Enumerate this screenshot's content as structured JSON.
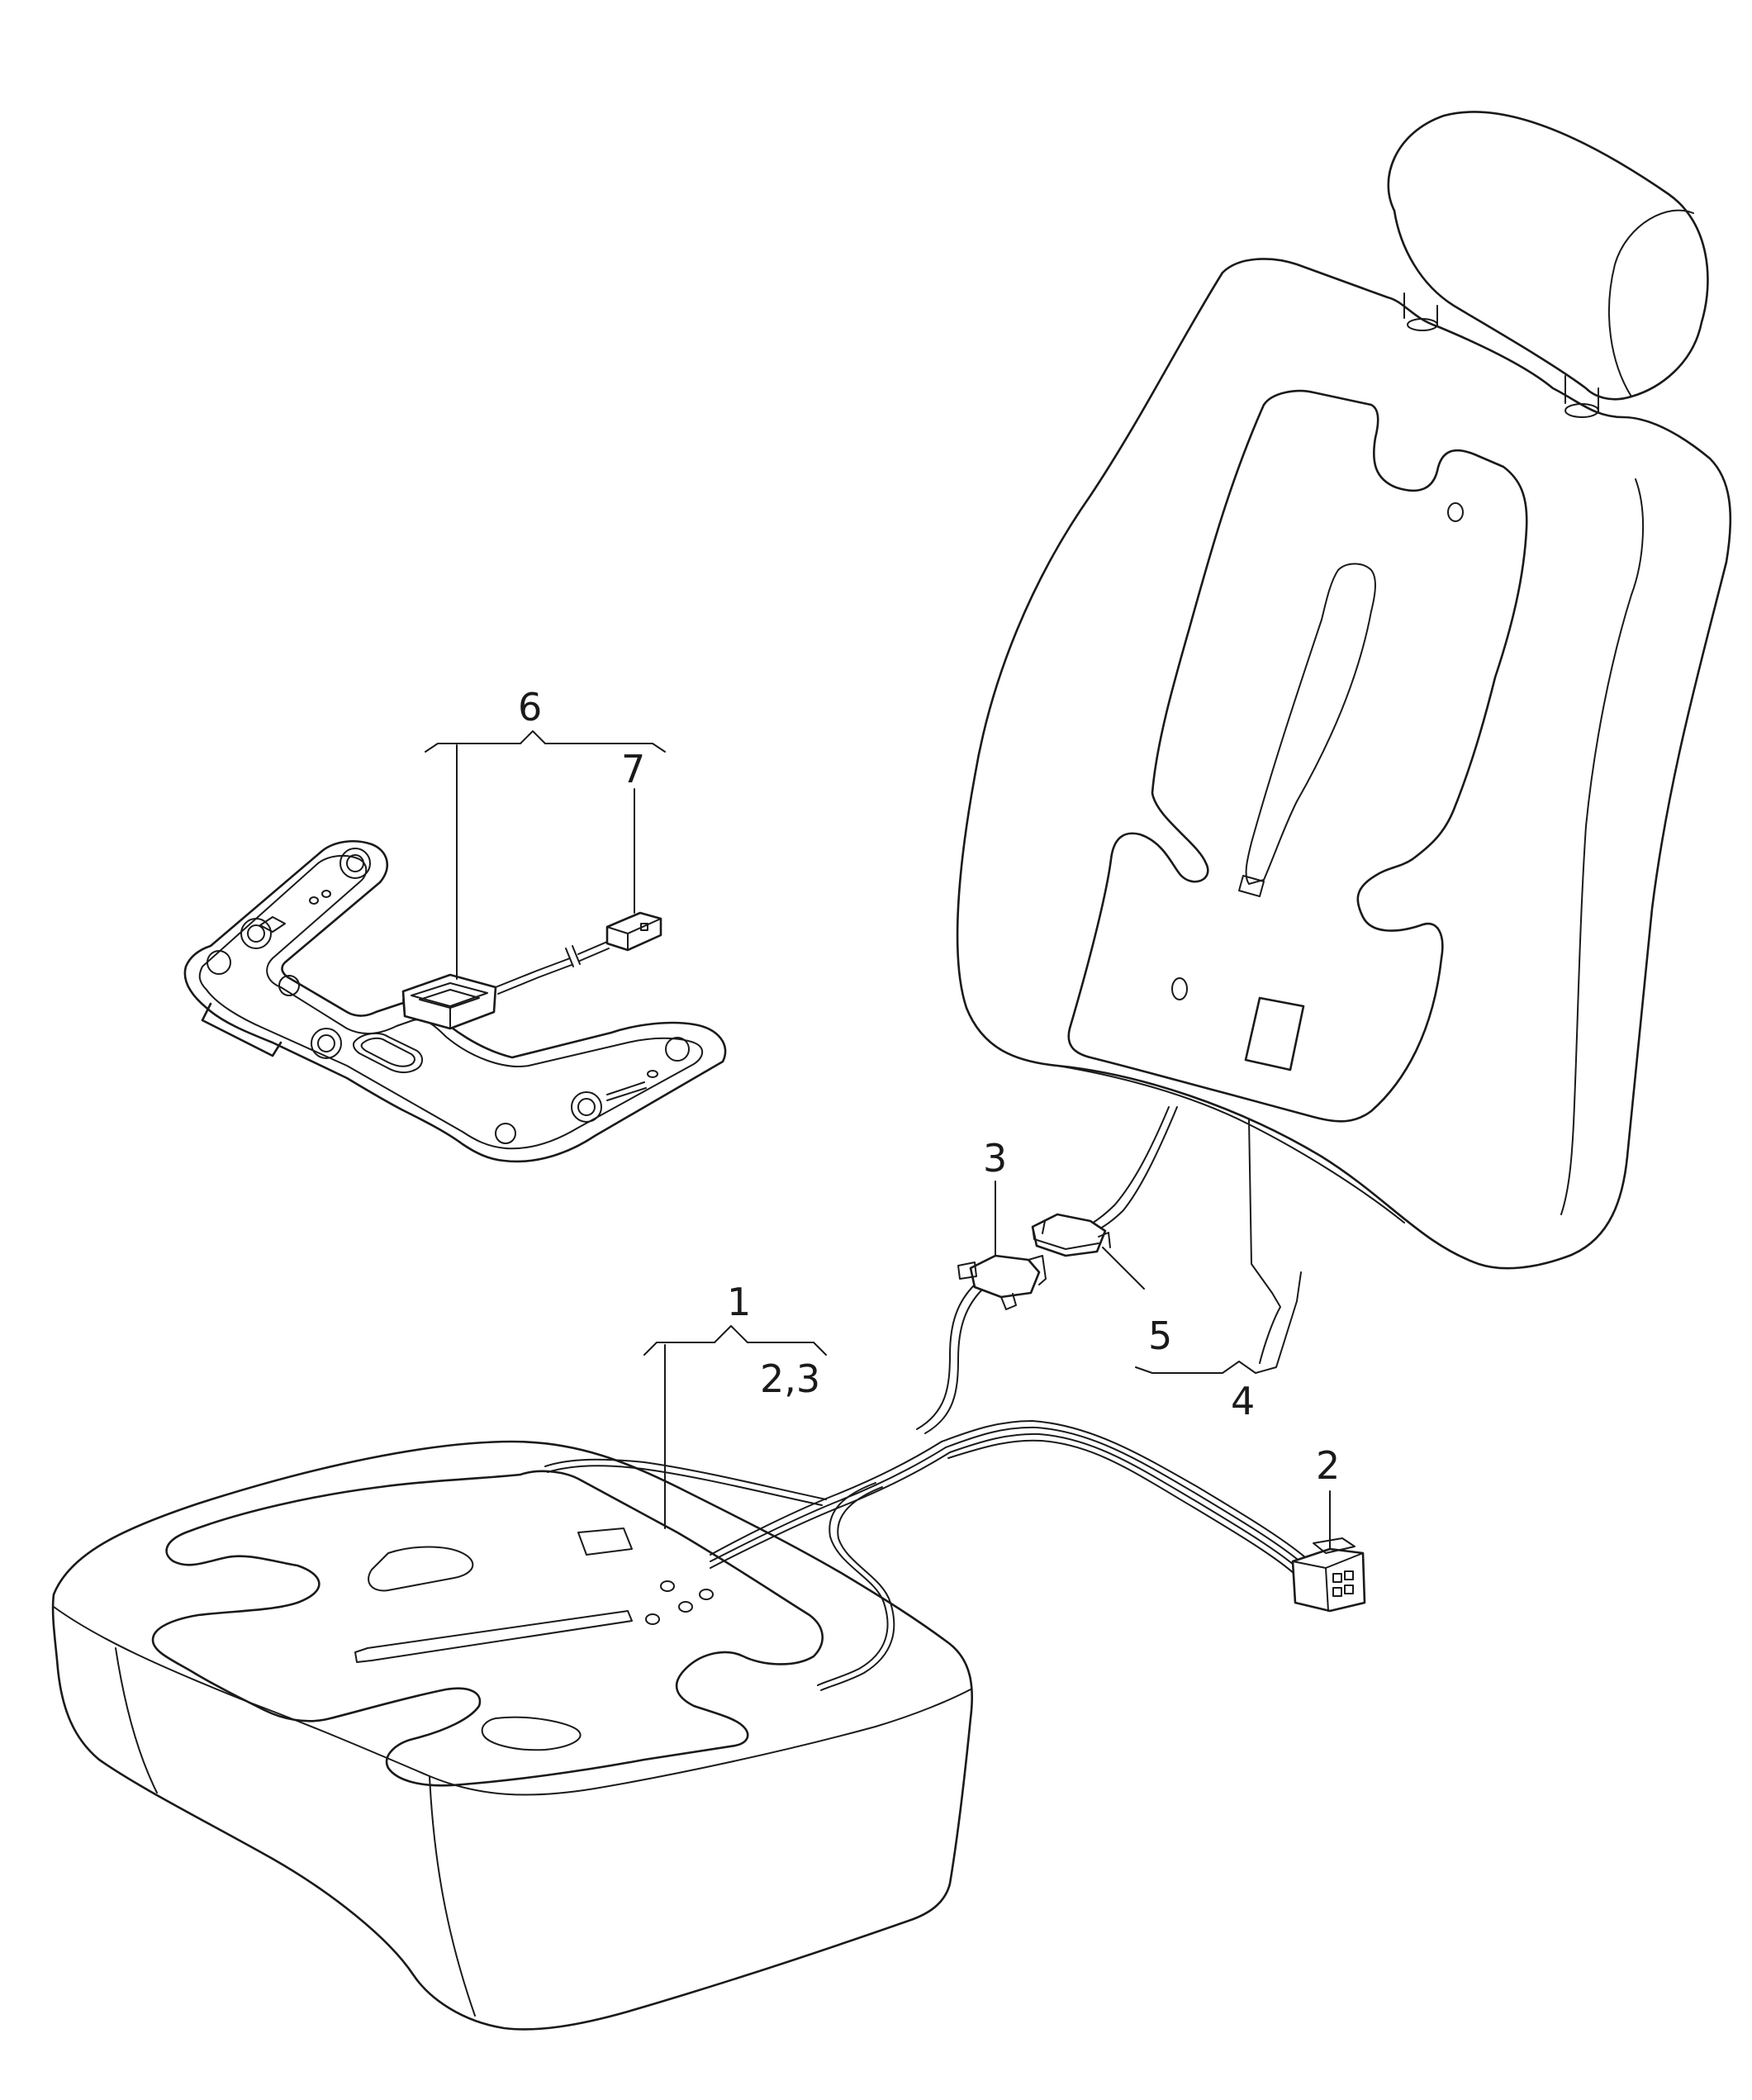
{
  "callouts": {
    "item_1": "1",
    "item_2": "2",
    "item_3": "3",
    "item_4": "4",
    "item_5": "5",
    "item_6": "6",
    "item_7": "7",
    "item_1_sub": "2,3"
  },
  "colors": {
    "line": "#1a1a1a",
    "background": "#ffffff"
  }
}
